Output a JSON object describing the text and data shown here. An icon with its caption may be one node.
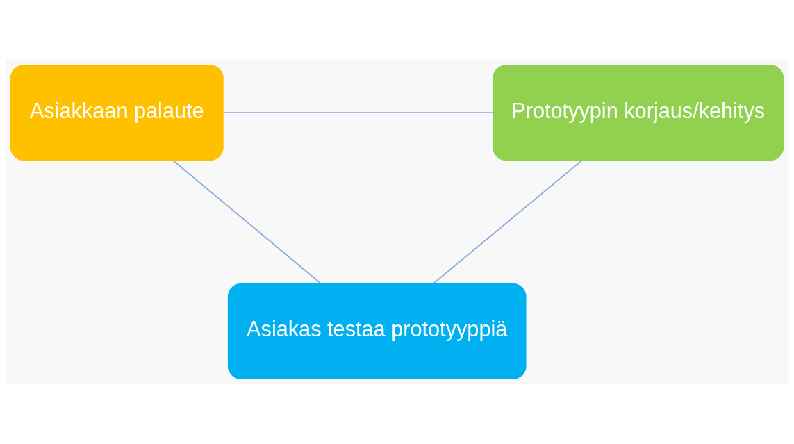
{
  "diagram": {
    "nodes": [
      {
        "text": [
          "Asiakkaan palaute"
        ]
      },
      {
        "text": [
          "Prototyypin korjaus/kehitys"
        ]
      },
      {
        "text": [
          "Asiakas testaa prototyyppiä"
        ]
      }
    ],
    "edges": [
      {
        "from": 0,
        "to": 1,
        "arrow": "none"
      },
      {
        "from": 0,
        "to": 2,
        "arrow": "none"
      },
      {
        "from": 1,
        "to": 2,
        "arrow": "none"
      }
    ]
  }
}
